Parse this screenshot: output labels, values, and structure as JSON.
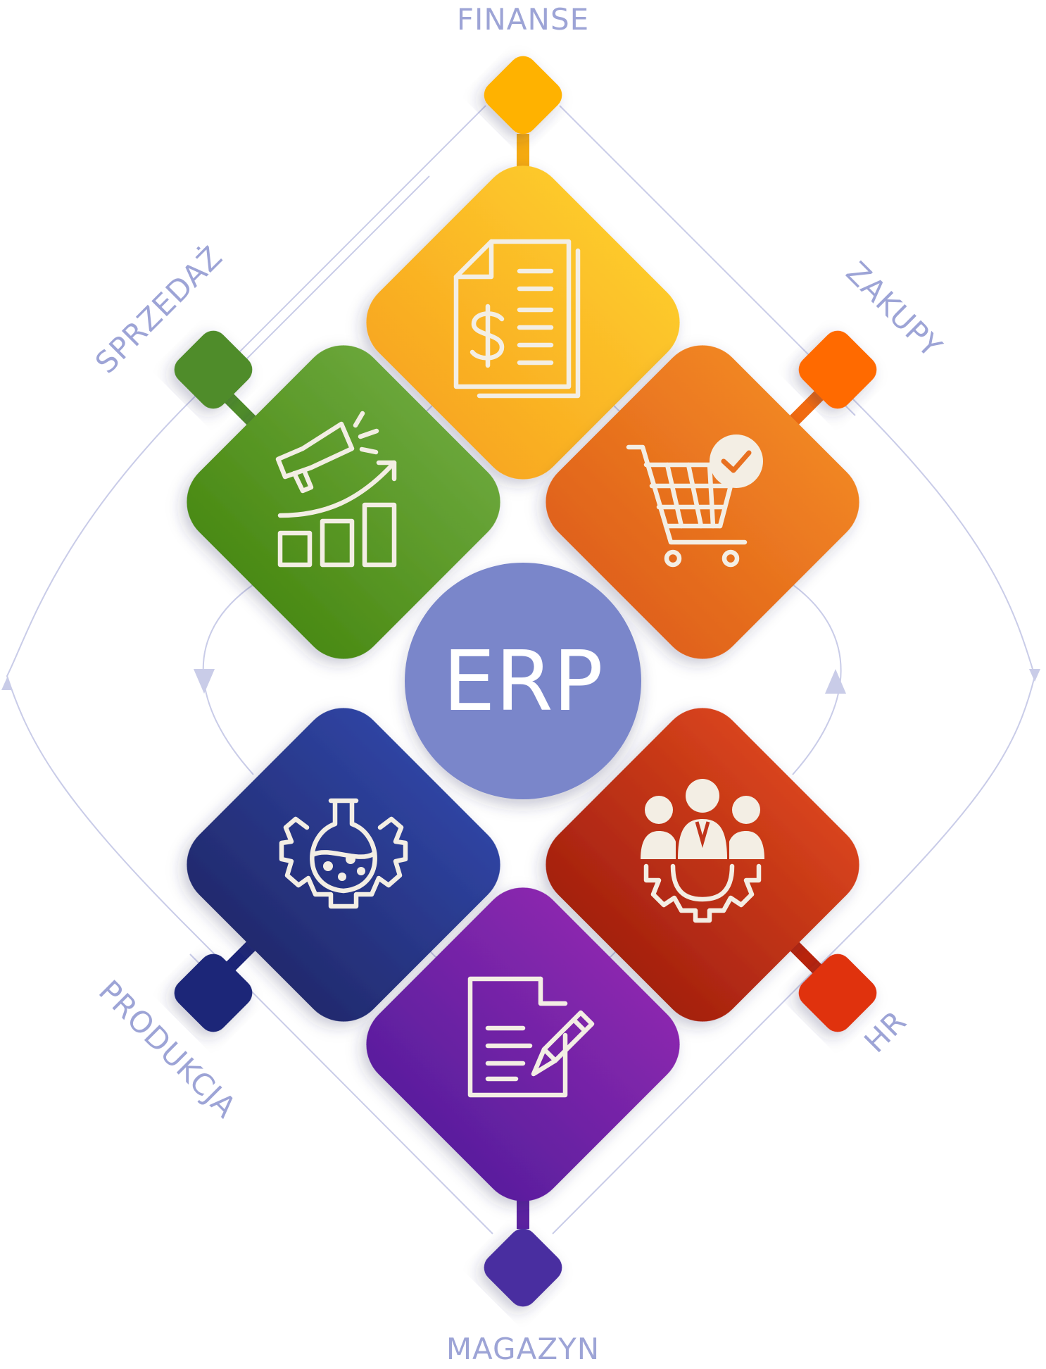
{
  "center": {
    "label": "ERP",
    "color": "#7a86ca"
  },
  "modules": [
    {
      "id": "finanse",
      "label": "FINANSE",
      "icon": "invoice-dollar-icon",
      "color_top": "#fdc92c",
      "color_bottom": "#f8a820",
      "node_color": "#ffb200"
    },
    {
      "id": "zakupy",
      "label": "ZAKUPY",
      "icon": "cart-check-icon",
      "color_top": "#f18524",
      "color_bottom": "#e0621a",
      "node_color": "#ff6a00"
    },
    {
      "id": "hr",
      "label": "HR",
      "icon": "team-gear-icon",
      "color_top": "#d8441c",
      "color_bottom": "#a4200f",
      "node_color": "#e0300a"
    },
    {
      "id": "magazyn",
      "label": "MAGAZYN",
      "icon": "document-pencil-icon",
      "color_top": "#8a28ae",
      "color_bottom": "#5a1e9e",
      "node_color": "#4a2ea0"
    },
    {
      "id": "produkcja",
      "label": "PRODUKCJA",
      "icon": "flask-gear-icon",
      "color_top": "#2f44a2",
      "color_bottom": "#222a6e",
      "node_color": "#1c2578"
    },
    {
      "id": "sprzedaz",
      "label": "SPRZEDAŻ",
      "icon": "megaphone-growth-icon",
      "color_top": "#6aa63a",
      "color_bottom": "#4a8a14",
      "node_color": "#4f8c2a"
    }
  ],
  "line_color": "#c9cce8",
  "label_color": "#9da4d6"
}
